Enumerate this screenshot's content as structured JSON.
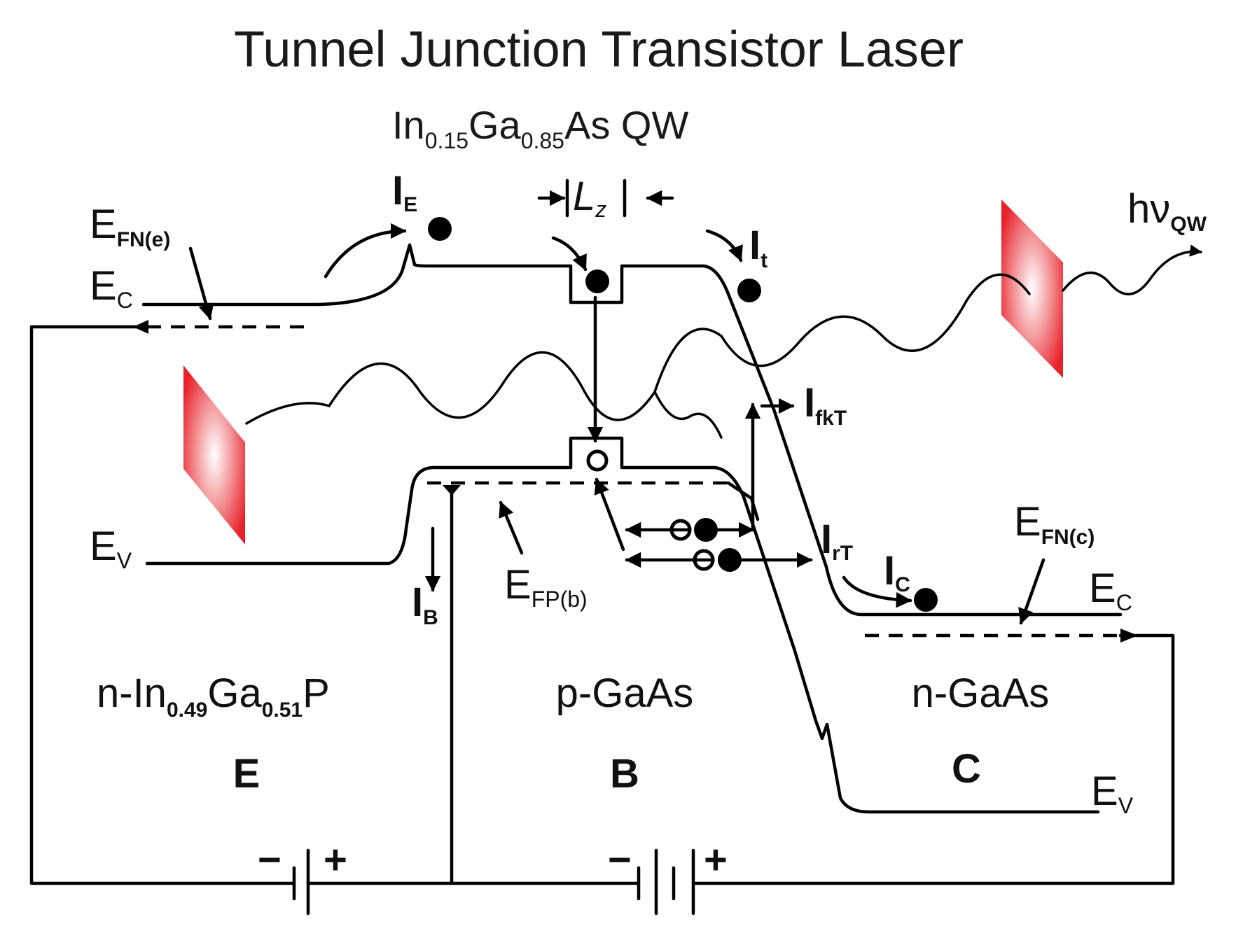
{
  "title": "Tunnel Junction Transistor Laser",
  "qw": {
    "main1": "In",
    "sub1": "0.15",
    "main2": "Ga",
    "sub2": "0.85",
    "main3": "As QW"
  },
  "labels": {
    "efn_e": {
      "main": "E",
      "sub": "FN(e)"
    },
    "ec_left": {
      "main": "E",
      "sub": "C"
    },
    "ev_left": {
      "main": "E",
      "sub": "V"
    },
    "ie": {
      "main": "I",
      "sub": "E"
    },
    "lz": {
      "main": "L",
      "sub": "z"
    },
    "it": {
      "main": "I",
      "sub": "t"
    },
    "hv": {
      "main": "hν",
      "sub": "QW"
    },
    "ifkt": {
      "main": "I",
      "sub": "fkT"
    },
    "irt": {
      "main": "I",
      "sub": "rT"
    },
    "ic": {
      "main": "I",
      "sub": "C"
    },
    "ib": {
      "main": "I",
      "sub": "B"
    },
    "efp_b": {
      "main": "E",
      "sub": "FP(b)"
    },
    "efn_c": {
      "main": "E",
      "sub": "FN(c)"
    },
    "ec_right": {
      "main": "E",
      "sub": "C"
    },
    "ev_right": {
      "main": "E",
      "sub": "V"
    }
  },
  "regions": {
    "emitter": {
      "m1": "n-In",
      "s1": "0.49",
      "m2": "Ga",
      "s2": "0.51",
      "m3": "P",
      "letter": "E"
    },
    "base": {
      "name": "p-GaAs",
      "letter": "B"
    },
    "collector": {
      "name": "n-GaAs",
      "letter": "C"
    }
  },
  "battery_signs": {
    "minus": "−",
    "plus": "+"
  },
  "colors": {
    "laser": "#e8202a",
    "line": "#000000"
  }
}
